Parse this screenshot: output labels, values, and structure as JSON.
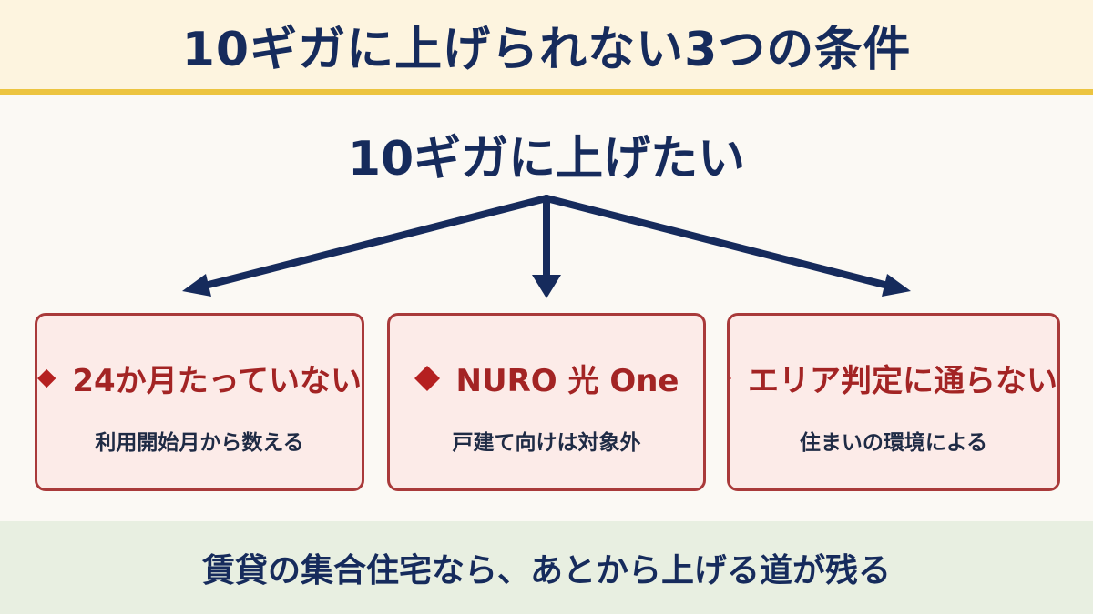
{
  "header": {
    "title": "10ギガに上げられない3つの条件"
  },
  "goal": {
    "text": "10ギガに上げたい"
  },
  "conditions": [
    {
      "title": "24か月たっていない",
      "subtitle": "利用開始月から数える"
    },
    {
      "title": "NURO 光 One",
      "subtitle": "戸建て向けは対象外"
    },
    {
      "title": "エリア判定に通らない",
      "subtitle": "住まいの環境による"
    }
  ],
  "footer": {
    "text": "賃貸の集合住宅なら、あとから上げる道が残る"
  },
  "colors": {
    "navy": "#162b5c",
    "accent_yellow": "#ecc440",
    "card_red": "#a32424",
    "card_bg": "#fcebe8",
    "footer_bg": "#e8efe1"
  }
}
